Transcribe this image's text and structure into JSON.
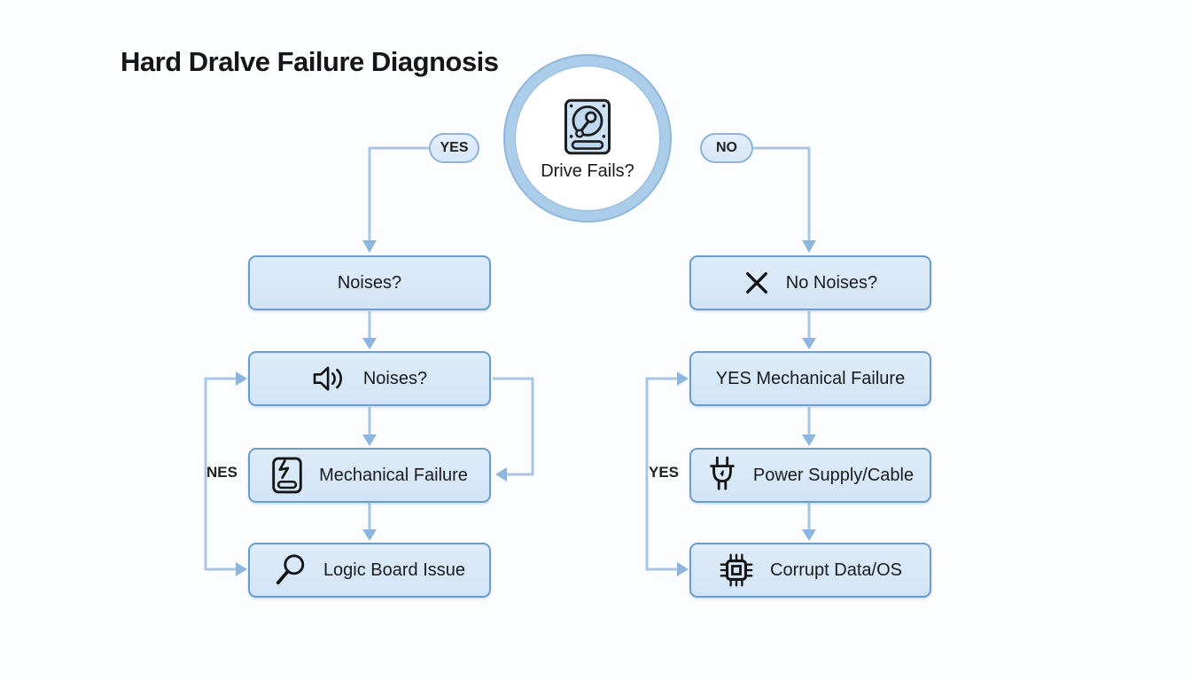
{
  "title": "Hard Dralve Failure Diagnosis",
  "root_node": {
    "label": "Drive Fails?",
    "icon": "hard-drive-icon"
  },
  "decision_labels": {
    "yes": "YES",
    "no": "NO"
  },
  "loop_labels": {
    "left": "NES",
    "right": "YES"
  },
  "left_branch": {
    "boxes": [
      {
        "label": "Noises?",
        "icon": null
      },
      {
        "label": "Noises?",
        "icon": "speaker-icon"
      },
      {
        "label": "Mechanical Failure",
        "icon": "broken-drive-icon"
      },
      {
        "label": "Logic Board Issue",
        "icon": "magnifier-icon"
      }
    ]
  },
  "right_branch": {
    "boxes": [
      {
        "label": "No Noises?",
        "icon": "x-mark-icon"
      },
      {
        "label": "YES Mechanical Failure",
        "icon": null
      },
      {
        "label": "Power Supply/Cable",
        "icon": "plug-icon"
      },
      {
        "label": "Corrupt Data/OS",
        "icon": "chip-icon"
      }
    ]
  },
  "colors": {
    "box_fill": "#d9e9f8",
    "box_border": "#6b9ccb",
    "line": "#a9c6e4",
    "arrow": "#8cb6de",
    "ring": "#abcdea",
    "text": "#1b1b1b"
  }
}
